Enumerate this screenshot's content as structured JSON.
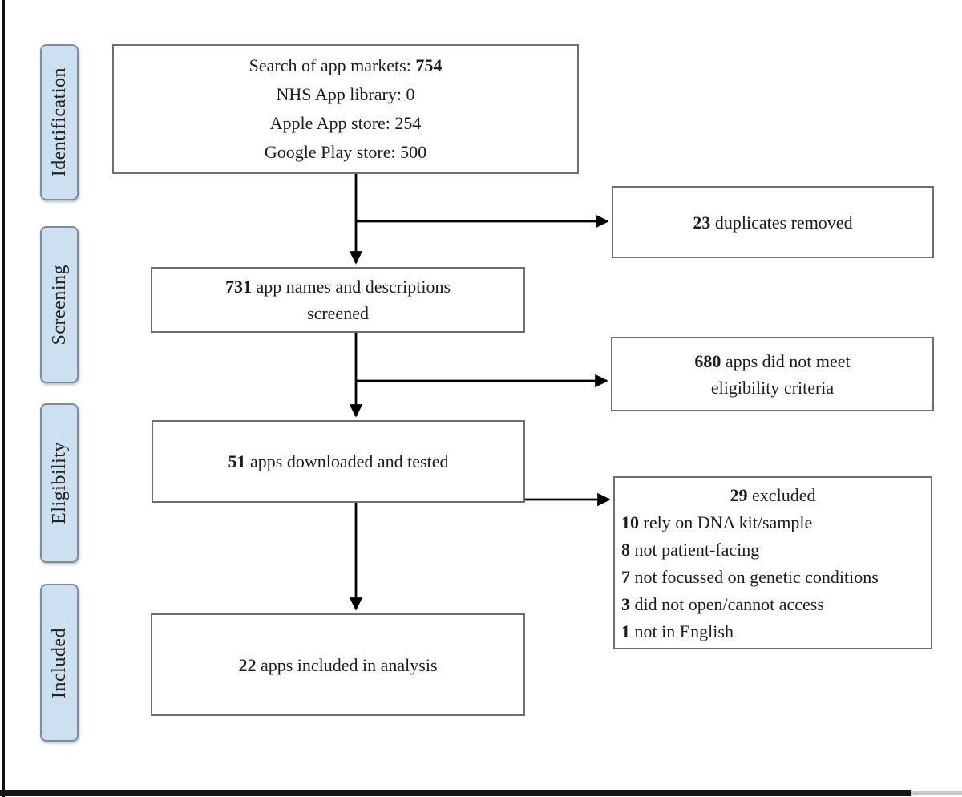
{
  "stages": [
    {
      "label": "Identification"
    },
    {
      "label": "Screening"
    },
    {
      "label": "Eligibility"
    },
    {
      "label": "Included"
    }
  ],
  "boxes": {
    "search": {
      "lines": [
        {
          "align": "center",
          "segments": [
            {
              "t": "Search of app markets: "
            },
            {
              "t": "754",
              "b": true
            }
          ]
        },
        {
          "align": "center",
          "segments": [
            {
              "t": "NHS App library: 0"
            }
          ]
        },
        {
          "align": "center",
          "segments": [
            {
              "t": "Apple App store: 254"
            }
          ]
        },
        {
          "align": "center",
          "segments": [
            {
              "t": "Google Play store: 500"
            }
          ]
        }
      ]
    },
    "screened": {
      "lines": [
        {
          "align": "center",
          "segments": [
            {
              "t": "731",
              "b": true
            },
            {
              "t": " app names and descriptions"
            }
          ]
        },
        {
          "align": "center",
          "segments": [
            {
              "t": "screened"
            }
          ]
        }
      ]
    },
    "tested": {
      "lines": [
        {
          "align": "center",
          "segments": [
            {
              "t": "51",
              "b": true
            },
            {
              "t": " apps downloaded and tested"
            }
          ]
        }
      ]
    },
    "included": {
      "lines": [
        {
          "align": "center",
          "segments": [
            {
              "t": "22",
              "b": true
            },
            {
              "t": " apps included in analysis"
            }
          ]
        }
      ]
    },
    "duplicates": {
      "lines": [
        {
          "align": "center",
          "segments": [
            {
              "t": "23",
              "b": true
            },
            {
              "t": " duplicates removed"
            }
          ]
        }
      ]
    },
    "not_eligible": {
      "lines": [
        {
          "align": "center",
          "segments": [
            {
              "t": "680",
              "b": true
            },
            {
              "t": " apps did not meet"
            }
          ]
        },
        {
          "align": "center",
          "segments": [
            {
              "t": "eligibility criteria"
            }
          ]
        }
      ]
    },
    "excluded": {
      "lines": [
        {
          "align": "center",
          "segments": [
            {
              "t": "29",
              "b": true
            },
            {
              "t": " excluded"
            }
          ]
        },
        {
          "align": "left",
          "segments": [
            {
              "t": "10",
              "b": true
            },
            {
              "t": " rely on DNA kit/sample"
            }
          ]
        },
        {
          "align": "left",
          "segments": [
            {
              "t": "8",
              "b": true
            },
            {
              "t": " not patient-facing"
            }
          ]
        },
        {
          "align": "left",
          "segments": [
            {
              "t": "7",
              "b": true
            },
            {
              "t": " not focussed on genetic conditions"
            }
          ]
        },
        {
          "align": "left",
          "segments": [
            {
              "t": "3",
              "b": true
            },
            {
              "t": " did not open/cannot access"
            }
          ]
        },
        {
          "align": "left",
          "segments": [
            {
              "t": "1",
              "b": true
            },
            {
              "t": " not in English"
            }
          ]
        }
      ]
    }
  },
  "colors": {
    "stage_fill": "#cde0f2",
    "stage_border": "#7e8c9c",
    "box_border": "#6f6f6f",
    "arrow": "#000000",
    "text": "#1c1c1c"
  }
}
